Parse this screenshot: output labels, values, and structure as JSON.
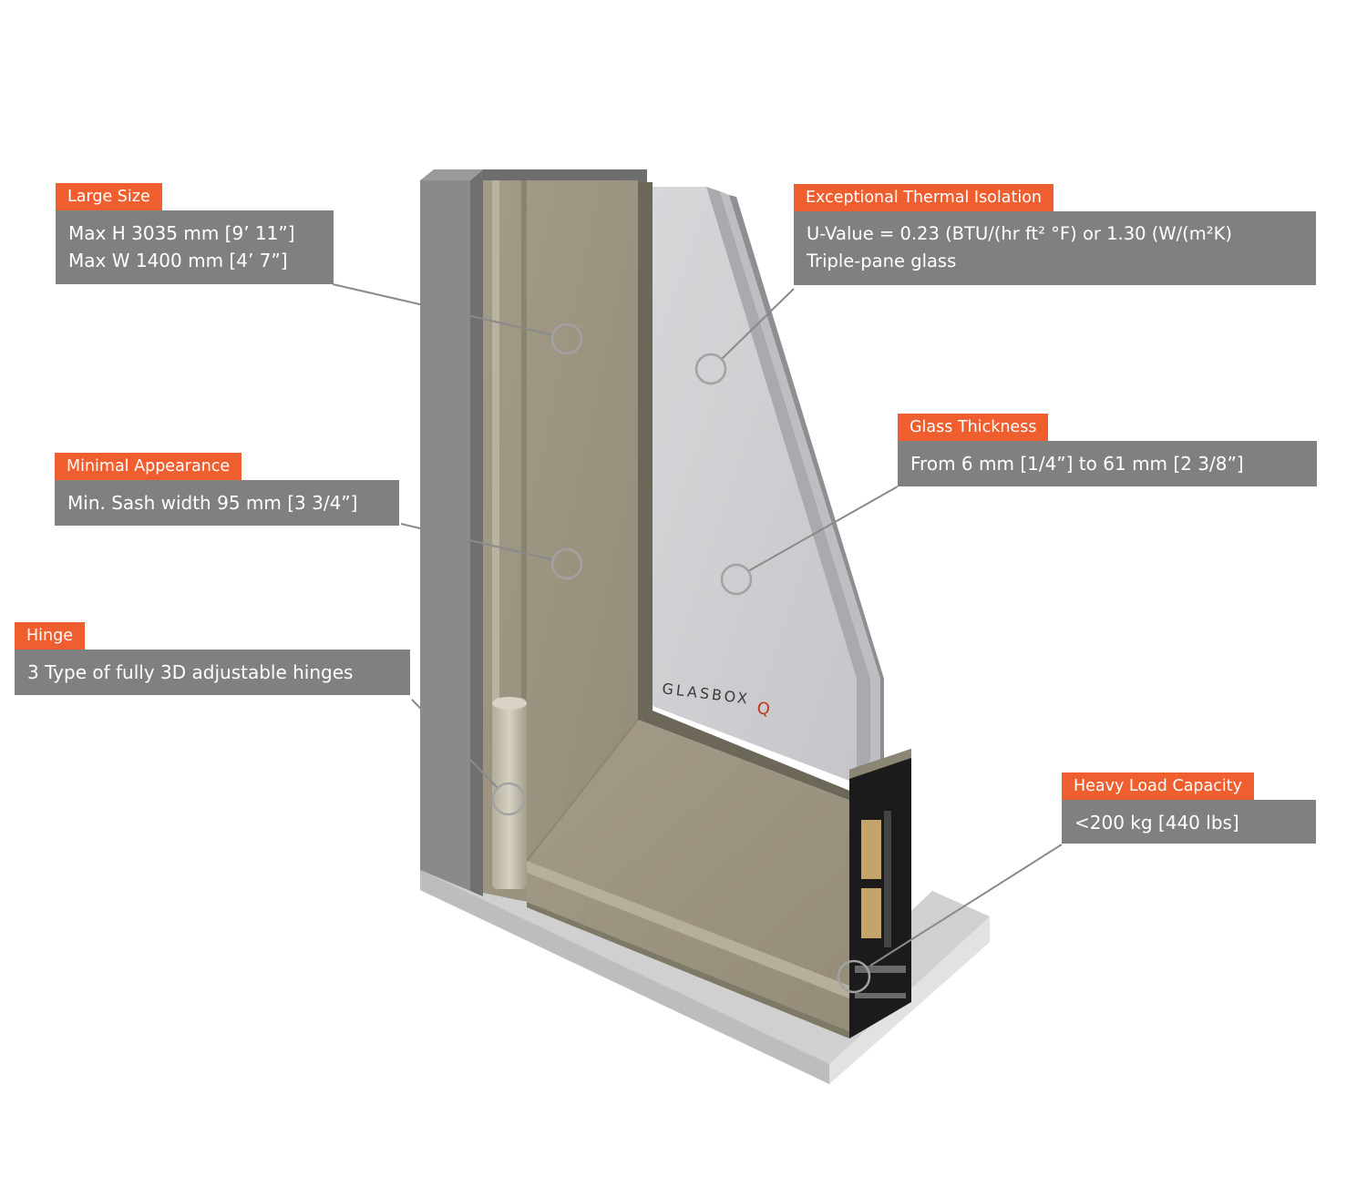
{
  "callouts": {
    "large_size": {
      "tag": "Large Size",
      "lines": [
        "Max H 3035 mm [9’ 11”]",
        "Max W 1400 mm [4’ 7”]"
      ]
    },
    "minimal": {
      "tag": "Minimal Appearance",
      "lines": [
        "Min. Sash width 95 mm [3 3/4”]"
      ]
    },
    "hinge": {
      "tag": "Hinge",
      "lines": [
        "3 Type of fully 3D adjustable hinges"
      ]
    },
    "thermal": {
      "tag": "Exceptional Thermal Isolation",
      "lines": [
        "U-Value = 0.23 (BTU/(hr ft² °F) or 1.30 (W/(m²K)",
        "Triple-pane glass"
      ]
    },
    "glass": {
      "tag": "Glass Thickness",
      "lines": [
        "From 6 mm [1/4”] to 61 mm [2  3/8”]"
      ]
    },
    "load": {
      "tag": "Heavy Load Capacity",
      "lines": [
        "<200 kg [440 lbs]"
      ]
    }
  },
  "branding": {
    "name": "GLASBOX",
    "mark": "Q"
  },
  "colors": {
    "tag": "#ef5e2e",
    "box": "#808080",
    "frame": "#9f9884",
    "wall": "#8e8e8e",
    "floor": "#c7c7c7",
    "glass": "#cfcfd2",
    "brand_mark": "#c2391f"
  }
}
